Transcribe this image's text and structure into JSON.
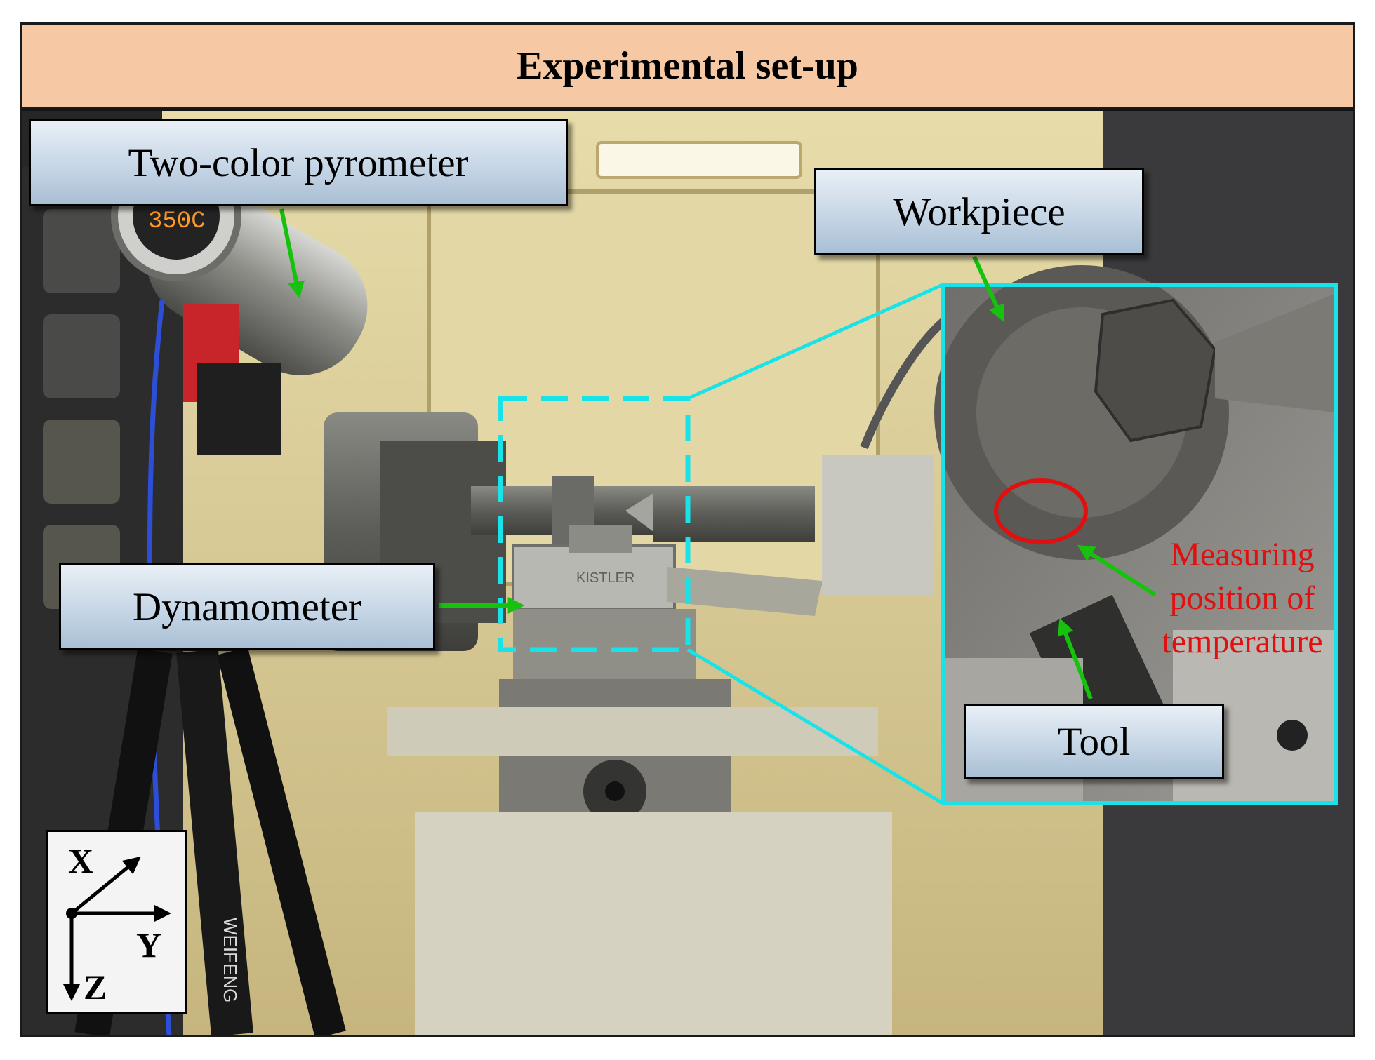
{
  "title": "Experimental set-up",
  "labels": {
    "pyrometer": "Two-color pyrometer",
    "workpiece": "Workpiece",
    "dynamometer": "Dynamometer",
    "tool": "Tool"
  },
  "measuring": {
    "line1": "Measuring",
    "line2": "position of",
    "line3": "temperature"
  },
  "pyrometer_display": "350C",
  "dynamometer_brand": "KISTLER",
  "tripod_brand": "WEIFENG",
  "axes": {
    "x": "X",
    "y": "Y",
    "z": "Z"
  },
  "colors": {
    "title_bg": "#f6c9a4",
    "callout_cyan": "#19e3e8",
    "arrow_green": "#17c20f",
    "highlight_red": "#e01010"
  }
}
